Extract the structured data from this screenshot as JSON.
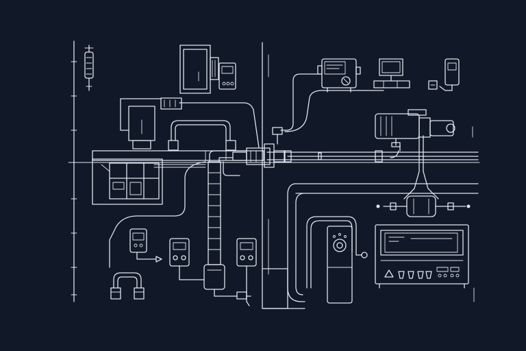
{
  "diagram": {
    "colors": {
      "background": "#111827",
      "line": "#dfe6ee"
    },
    "components": [
      {
        "id": "left-sensor-probe",
        "icon": "sensor-probe-icon"
      },
      {
        "id": "wall-cabinet",
        "icon": "cabinet-icon"
      },
      {
        "id": "valve-control-unit",
        "icon": "valve-unit-icon"
      },
      {
        "id": "wall-switch-panel",
        "icon": "switch-panel-icon"
      },
      {
        "id": "left-junction-panel",
        "icon": "junction-panel-icon"
      },
      {
        "id": "pump-motor-unit",
        "icon": "pump-motor-icon"
      },
      {
        "id": "computer-monitor",
        "icon": "monitor-icon"
      },
      {
        "id": "handheld-device",
        "icon": "handheld-device-icon"
      },
      {
        "id": "motor-drive",
        "icon": "motor-drive-icon"
      },
      {
        "id": "inline-filter",
        "icon": "filter-icon"
      },
      {
        "id": "vertical-pipe-riser",
        "icon": "pipe-riser-icon"
      },
      {
        "id": "small-meter-1",
        "icon": "meter-icon"
      },
      {
        "id": "small-meter-2",
        "icon": "meter-icon"
      },
      {
        "id": "small-meter-3",
        "icon": "meter-icon"
      },
      {
        "id": "tower-unit",
        "icon": "tower-unit-icon"
      },
      {
        "id": "control-console",
        "icon": "control-console-icon"
      },
      {
        "id": "u-bend-coil",
        "icon": "u-bend-icon"
      },
      {
        "id": "base-canister",
        "icon": "canister-icon"
      }
    ]
  }
}
